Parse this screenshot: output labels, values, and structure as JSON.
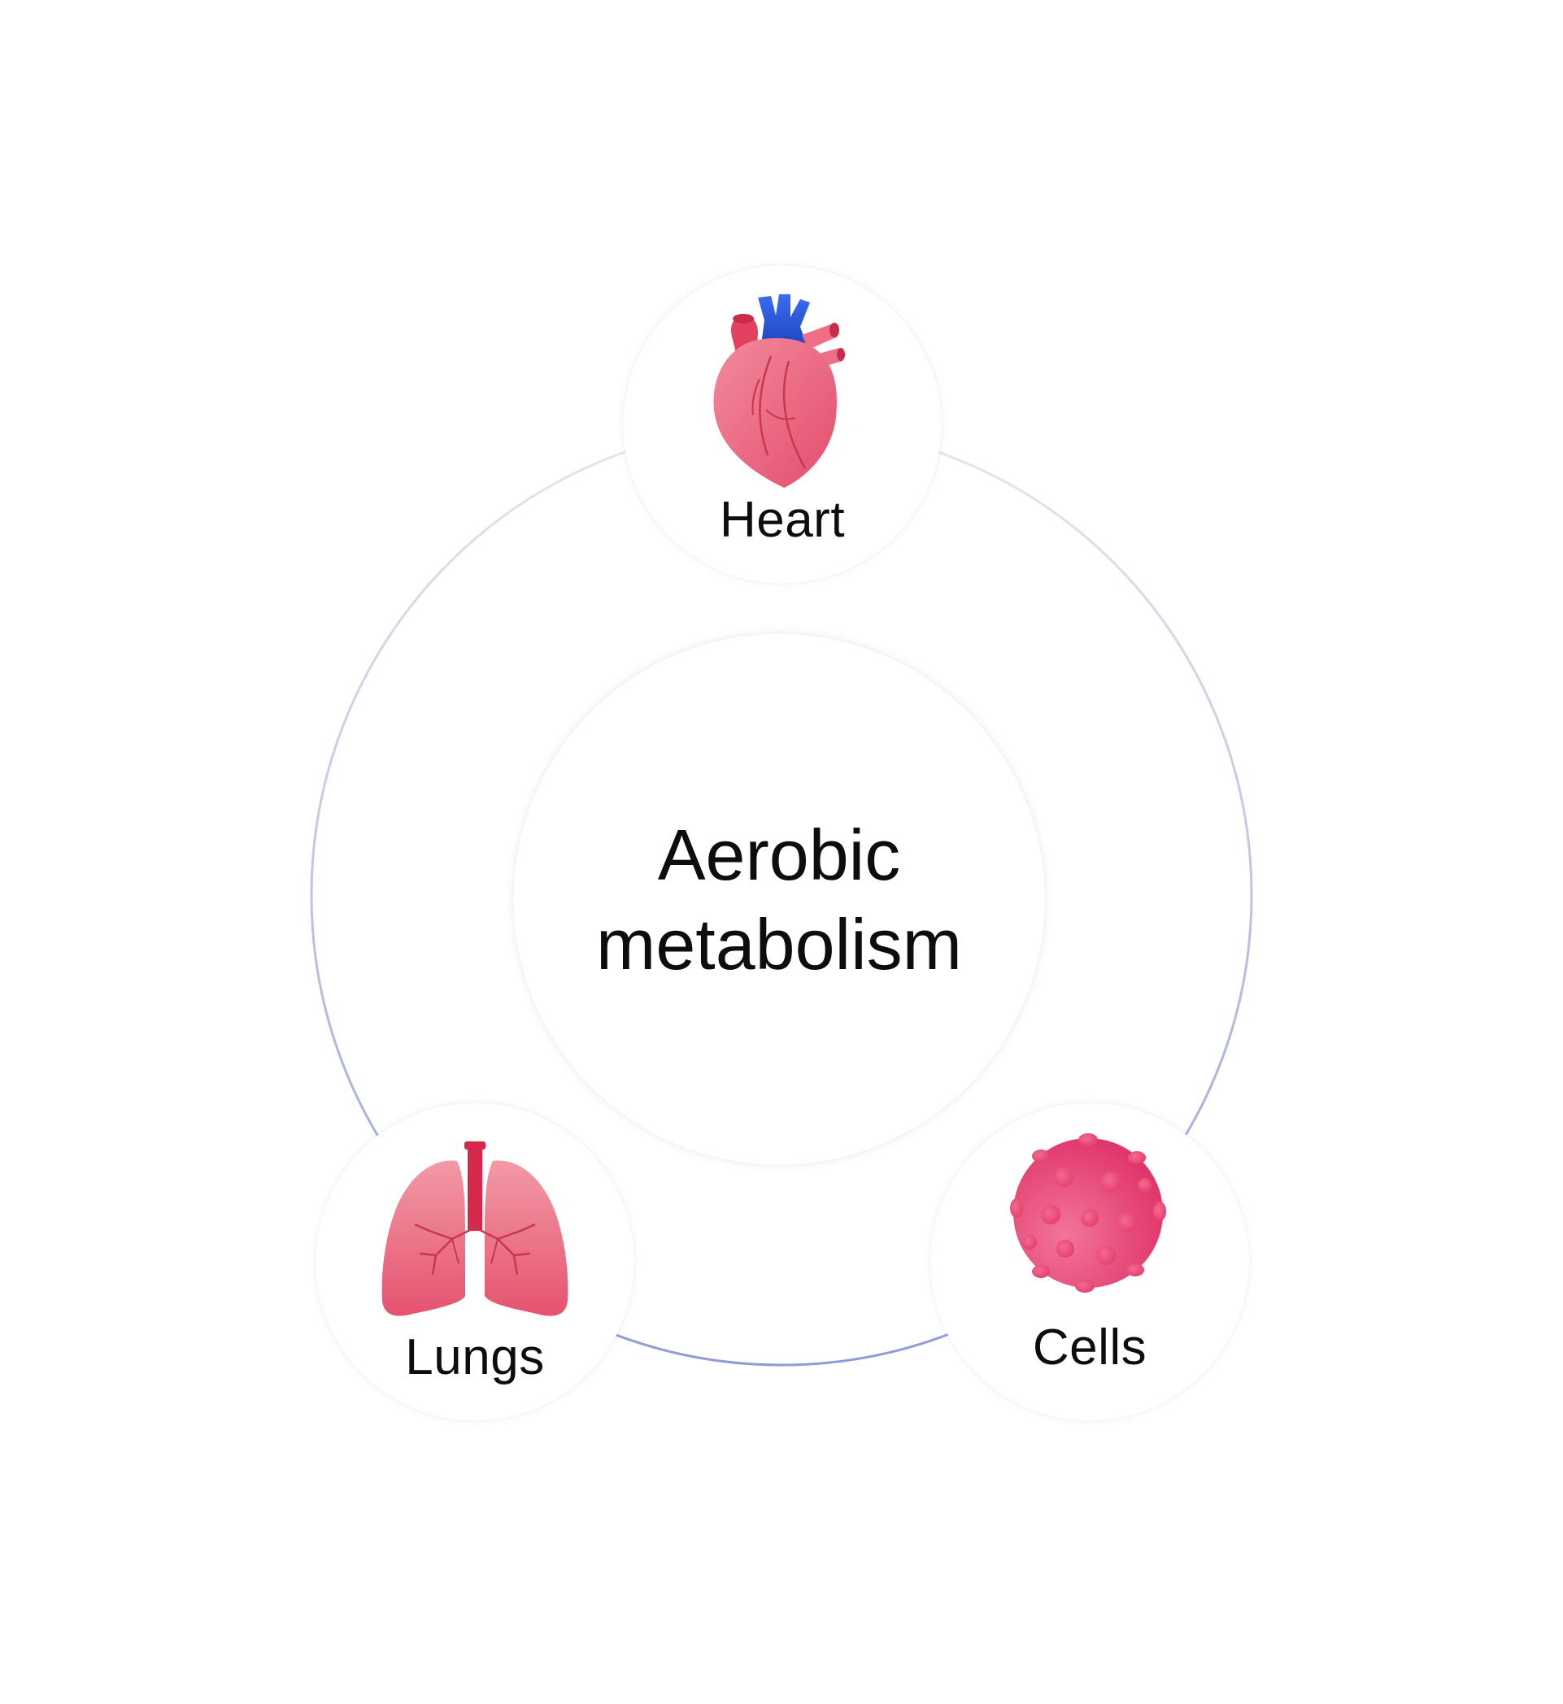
{
  "diagram": {
    "center": {
      "line1": "Aerobic",
      "line2": "metabolism"
    },
    "nodes": [
      {
        "id": "heart",
        "label": "Heart",
        "icon": "heart-icon"
      },
      {
        "id": "lungs",
        "label": "Lungs",
        "icon": "lungs-icon"
      },
      {
        "id": "cells",
        "label": "Cells",
        "icon": "cell-icon"
      }
    ],
    "colors": {
      "accent_blue": "#5b7fe8",
      "accent_pink": "#f07c95",
      "organ_pink": "#ea5a78",
      "vessel_blue": "#2d5bd6",
      "text": "#0d0d0d"
    }
  }
}
